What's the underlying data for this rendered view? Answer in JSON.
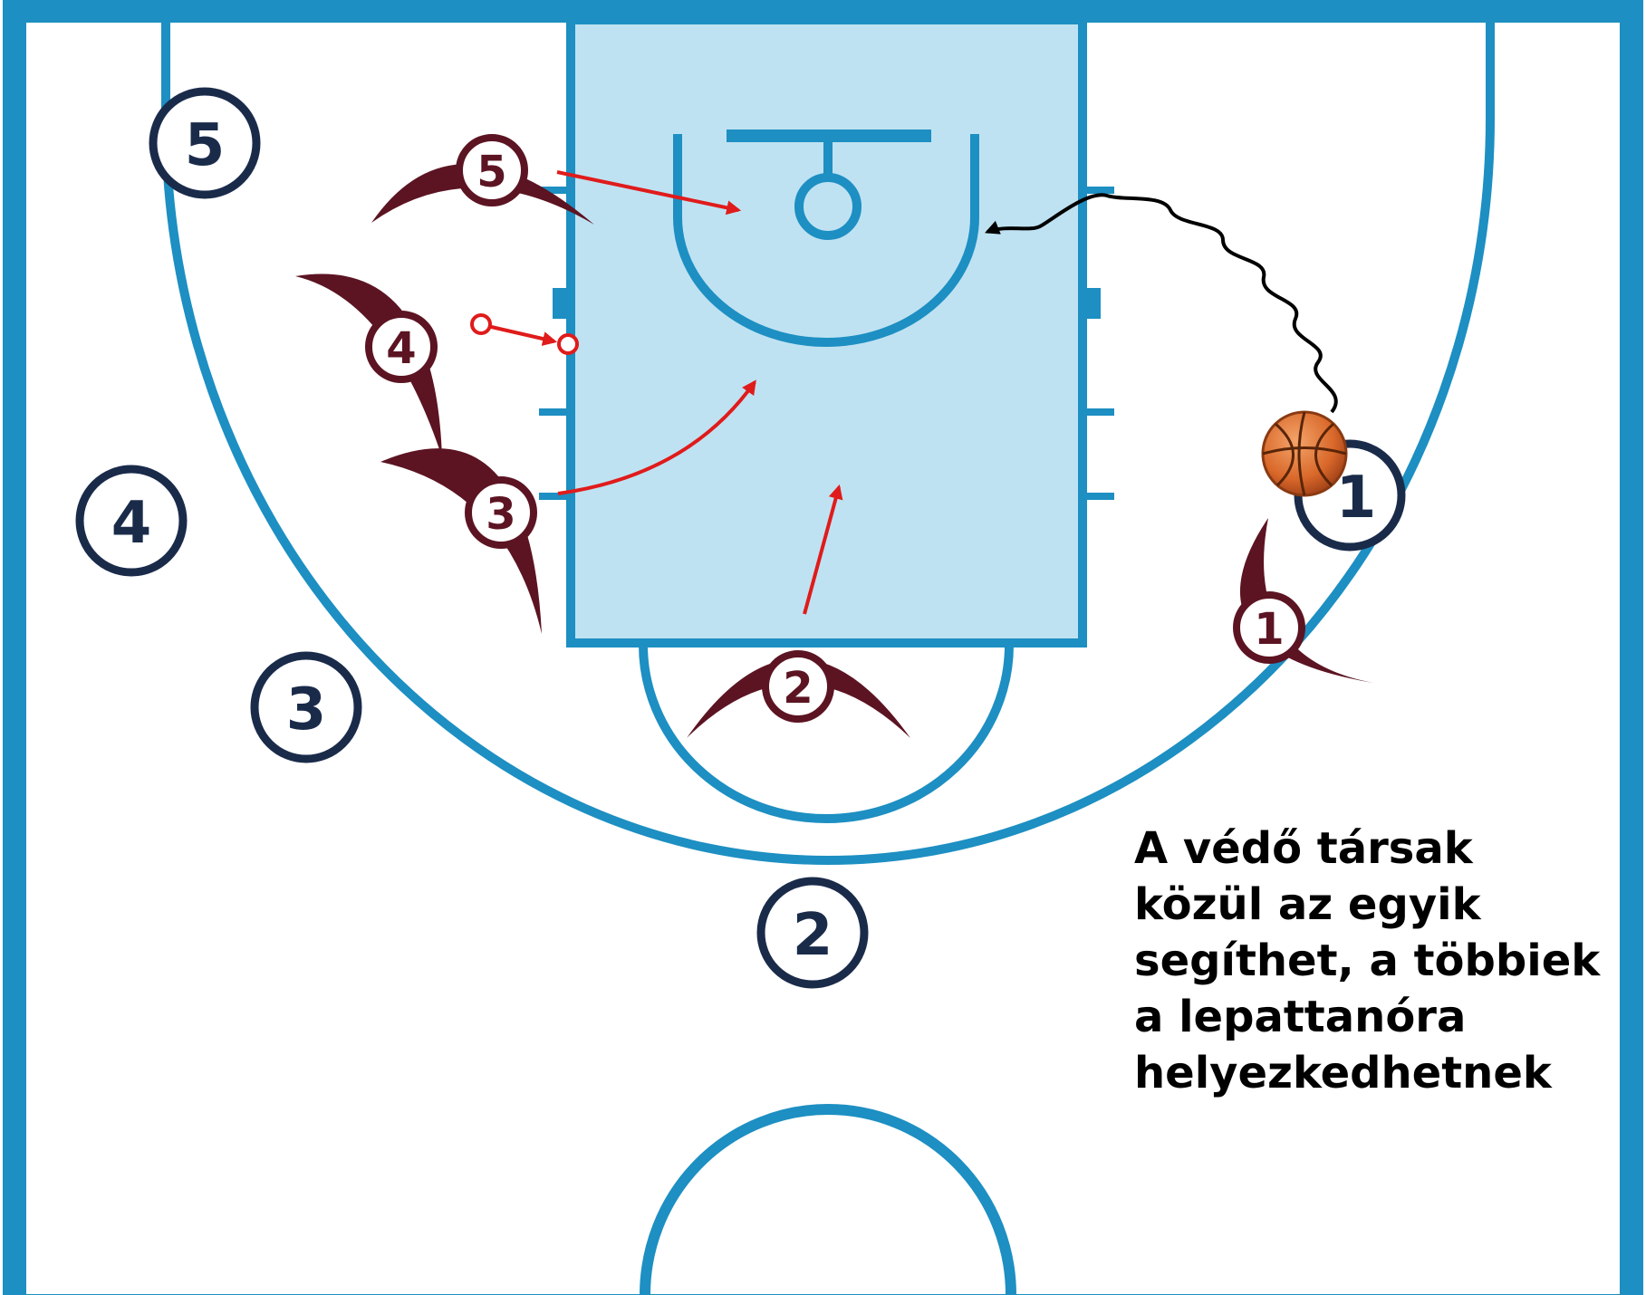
{
  "colors": {
    "court_line": "#1d8fc2",
    "paint_fill": "#bfe2f2",
    "offense": "#1a2b4a",
    "defense": "#5c1422",
    "arrow": "#e01b1b",
    "dribble": "#000000",
    "ball": "#d9682a"
  },
  "offense": {
    "p1": "1",
    "p2": "2",
    "p3": "3",
    "p4": "4",
    "p5": "5"
  },
  "defense": {
    "d1": "1",
    "d2": "2",
    "d3": "3",
    "d4": "4",
    "d5": "5"
  },
  "icons": {
    "ball": "basketball-icon"
  },
  "caption": {
    "line1": "A védő társak",
    "line2": "közül az egyik",
    "line3": "segíthet, a többiek",
    "line4": "a lepattanóra",
    "line5": "helyezkedhetnek"
  }
}
